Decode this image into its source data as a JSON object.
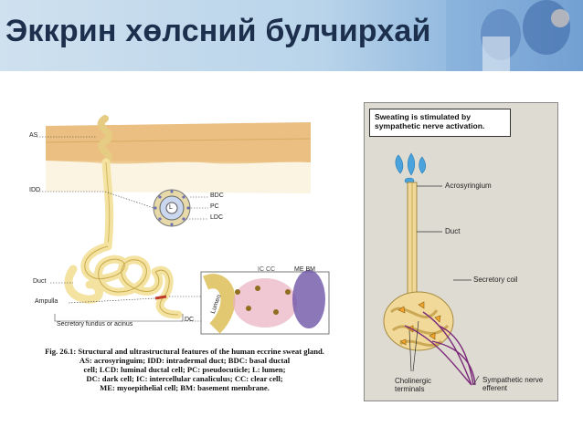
{
  "slide": {
    "title": "Эккрин хөлсний булчирхай"
  },
  "left_figure": {
    "labels": {
      "as": "AS",
      "idd": "IDD",
      "bdc": "BDC",
      "pc": "PC",
      "ldc": "LDC",
      "l": "L",
      "duct": "Duct",
      "ampulla": "Ampulla",
      "secretory": "Secretory fundus or acinus",
      "dc": "DC",
      "ic_cc": "IC CC",
      "me_bm": "ME BM",
      "lumen": "Lumen"
    },
    "caption": {
      "title": "Fig. 26.1: Structural and ultrastructural features of the human eccrine sweat gland.",
      "line1": "AS: acrosyringuim; IDD: intradermal duct; BDC: basal ductal",
      "line2": "cell; LCD: luminal ductal cell; PC: pseudocuticle; L: lumen;",
      "line3": "DC: dark cell; IC: intercellular canaliculus; CC: clear cell;",
      "line4": "ME: myoepithelial cell; BM: basement membrane."
    }
  },
  "right_figure": {
    "callout": "Sweating is stimulated by sympathetic nerve activation.",
    "labels": {
      "acrosyringium": "Acrosyringium",
      "duct": "Duct",
      "secretory_coil": "Secretory coil",
      "cholinergic": "Cholinergic terminals",
      "sympathetic": "Sympathetic nerve efferent"
    }
  },
  "colors": {
    "header_start": "#cfe1ef",
    "header_end": "#6e9dd1",
    "title_text": "#1c2f4d",
    "skin": "#e8b873",
    "duct_yellow": "#f3e2a0",
    "panel_bg": "#dedbd2",
    "nerve": "#7b2a7a"
  }
}
